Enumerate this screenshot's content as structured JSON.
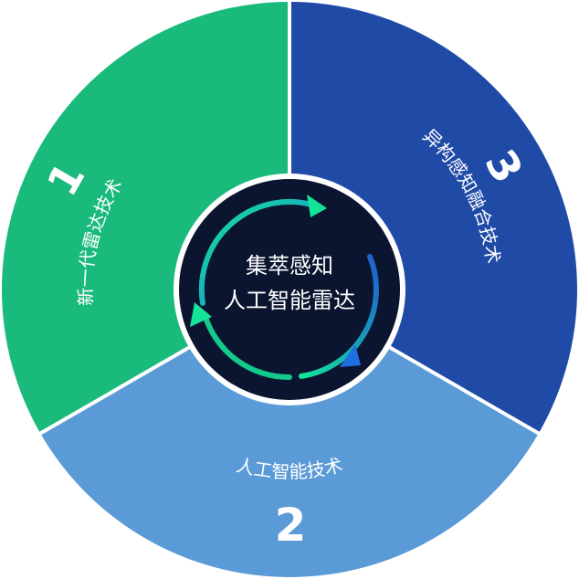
{
  "center": {
    "line1": "集萃感知",
    "line2": "人工智能雷达"
  },
  "segments": [
    {
      "number": "1",
      "label": "新一代雷达技术",
      "color": "#1aba7d"
    },
    {
      "number": "3",
      "label": "异构感知融合技术",
      "color": "#1f4aa6"
    },
    {
      "number": "2",
      "label": "人工智能技术",
      "color": "#5a9ad6"
    }
  ],
  "colors": {
    "center_fill": "#0b1530",
    "ring_stroke": "#ffffff",
    "arrow_green": "#14e49a",
    "arrow_blue": "#1e6fe0"
  }
}
